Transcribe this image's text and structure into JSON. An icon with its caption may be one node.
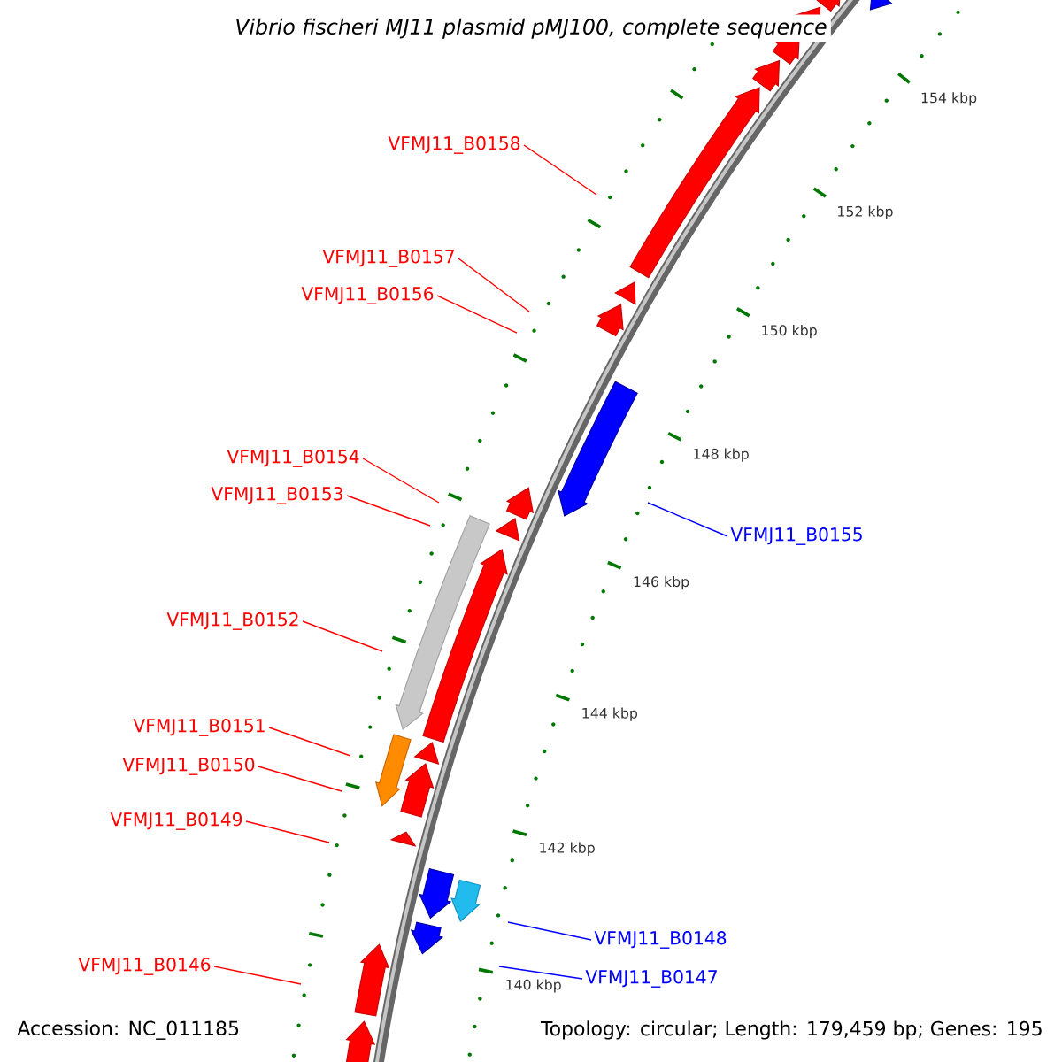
{
  "diagram": {
    "title": "Vibrio fischeri MJ11 plasmid pMJ100, complete sequence",
    "nodes": [
      {
        "text": [
          "VFMJ11_B0158"
        ]
      },
      {
        "text": [
          "VFMJ11_B0157"
        ]
      },
      {
        "text": [
          "VFMJ11_B0156"
        ]
      },
      {
        "text": [
          "VFMJ11_B0154"
        ]
      },
      {
        "text": [
          "VFMJ11_B0153"
        ]
      },
      {
        "text": [
          "VFMJ11_B0155"
        ]
      },
      {
        "text": [
          "VFMJ11_B0152"
        ]
      },
      {
        "text": [
          "VFMJ11_B0151"
        ]
      },
      {
        "text": [
          "VFMJ11_B0150"
        ]
      },
      {
        "text": [
          "VFMJ11_B0149"
        ]
      },
      {
        "text": [
          "VFMJ11_B0148"
        ]
      },
      {
        "text": [
          "VFMJ11_B0146"
        ]
      },
      {
        "text": [
          "VFMJ11_B0147"
        ]
      }
    ],
    "edges": [
      {
        "from": 0,
        "to": null,
        "arrow": "none"
      },
      {
        "from": 1,
        "to": null,
        "arrow": "none"
      },
      {
        "from": 2,
        "to": null,
        "arrow": "none"
      },
      {
        "from": 3,
        "to": null,
        "arrow": "none"
      },
      {
        "from": 4,
        "to": null,
        "arrow": "none"
      },
      {
        "from": 5,
        "to": null,
        "arrow": "none",
        "color": "#0000ff"
      },
      {
        "from": 6,
        "to": null,
        "arrow": "none"
      },
      {
        "from": 7,
        "to": null,
        "arrow": "none"
      },
      {
        "from": 8,
        "to": null,
        "arrow": "none"
      },
      {
        "from": 9,
        "to": null,
        "arrow": "none"
      },
      {
        "from": 10,
        "to": null,
        "arrow": "none",
        "color": "#0000ff"
      },
      {
        "from": 11,
        "to": null,
        "arrow": "none"
      },
      {
        "from": 12,
        "to": null,
        "arrow": "none",
        "color": "#0000ff"
      }
    ],
    "labels": [
      "154 kbp",
      "152 kbp",
      "150 kbp",
      "148 kbp",
      "146 kbp",
      "144 kbp",
      "142 kbp",
      "140 kbp",
      "Accession: NC_011185",
      "Topology: circular; Length: 179,459 bp; Genes: 195"
    ]
  }
}
